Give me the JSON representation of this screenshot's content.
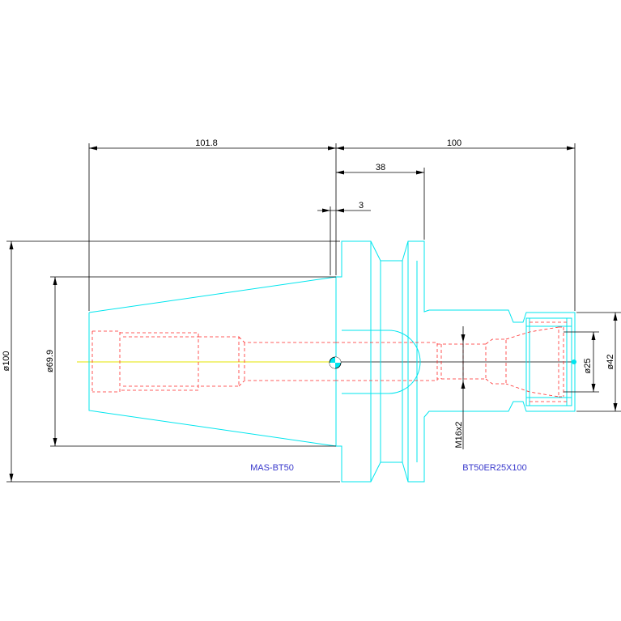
{
  "dimensions": {
    "d_101_8": "101.8",
    "d_100_len": "100",
    "d_38": "38",
    "d_3": "3",
    "d_phi100": "ø100",
    "d_phi69_9": "ø69.9",
    "d_m16x2": "M16x2",
    "d_phi25": "ø25",
    "d_phi42": "ø42"
  },
  "labels": {
    "left_part": "MAS-BT50",
    "right_part": "BT50ER25X100"
  },
  "colors": {
    "outline": "#00e5ee",
    "hidden": "#ff2a2a",
    "centerline": "#e6e600",
    "dimension": "#000000",
    "label": "#3a3acc"
  }
}
